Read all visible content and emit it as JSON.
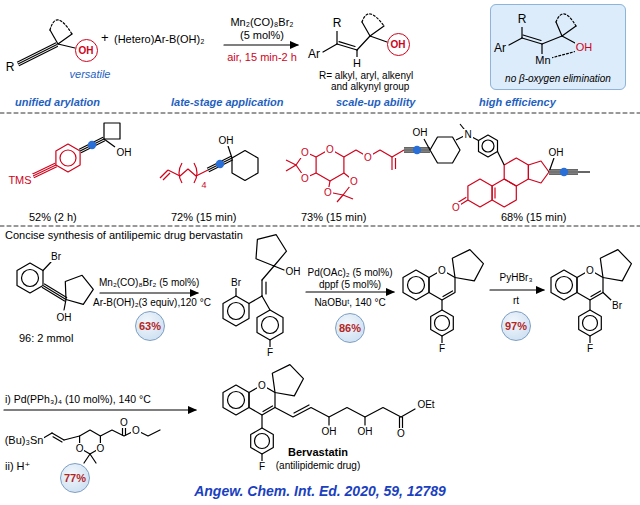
{
  "diagram": {
    "nodes": [
      {
        "text": [
          "OH"
        ]
      },
      {
        "text": [
          "OH"
        ]
      },
      {
        "text": [
          "no β-oxygen elimination"
        ]
      },
      {
        "text": [
          "63%"
        ]
      },
      {
        "text": [
          "86%"
        ]
      },
      {
        "text": [
          "97%"
        ]
      },
      {
        "text": [
          "77%"
        ]
      }
    ],
    "labels": [
      "R",
      "+",
      "(Hetero)Ar-B(OH)₂",
      "Mn₂(CO)₈Br₂",
      "(5 mol%)",
      "air, 15 min-2 h",
      "versatile",
      "R",
      "Ar",
      "H",
      "R= alkyl, aryl, alkenyl",
      "and alkynyl group",
      "R",
      "Ar",
      "OH",
      "Mn",
      "unified arylation",
      "late-stage application",
      "scale-up ability",
      "high efficiency",
      "TMS",
      "OH",
      "52% (2 h)",
      "4",
      "OH",
      "72% (15 min)",
      "O",
      "O",
      "O",
      "O",
      "O",
      "O",
      "OH",
      "73% (15 min)",
      "O",
      "N",
      "OH",
      "68% (15 min)",
      "Concise synthesis of antilipemic drug bervastatin",
      "Br",
      "OH",
      "96: 2 mmol",
      "Mn₂(CO)₈Br₂ (5 mol%)",
      "Ar-B(OH)₂(3 equiv),120 °C",
      "OH",
      "Br",
      "F",
      "Pd(OAc)₂ (5 mol%)",
      "dppf (5 mol%)",
      "NaOBuᵗ, 140 °C",
      "O",
      "F",
      "PyHBr₃",
      "rt",
      "O",
      "Br",
      "F",
      "i) Pd(PPh₃)₄ (10 mol%), 140 °C",
      "(Bu)₃Sn",
      "O",
      "O",
      "O",
      "O",
      "ii) H⁺",
      "O",
      "F",
      "OH",
      "OH",
      "O",
      "OEt",
      "Bervastatin",
      "(antilipidemic drug)",
      "Angew. Chem. Int. Ed. 2020, 59, 12789"
    ]
  }
}
